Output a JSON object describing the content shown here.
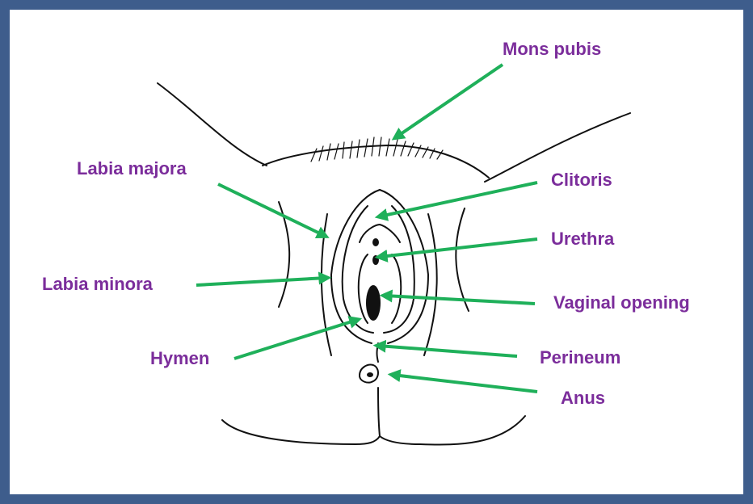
{
  "colors": {
    "border": "#3e5d8c",
    "label": "#7b2d9b",
    "arrow": "#1fb05a",
    "ink": "#111111"
  },
  "labels": {
    "mons_pubis": "Mons pubis",
    "labia_majora": "Labia majora",
    "clitoris": "Clitoris",
    "urethra": "Urethra",
    "labia_minora": "Labia minora",
    "vaginal_opening": "Vaginal opening",
    "hymen": "Hymen",
    "perineum": "Perineum",
    "anus": "Anus"
  }
}
